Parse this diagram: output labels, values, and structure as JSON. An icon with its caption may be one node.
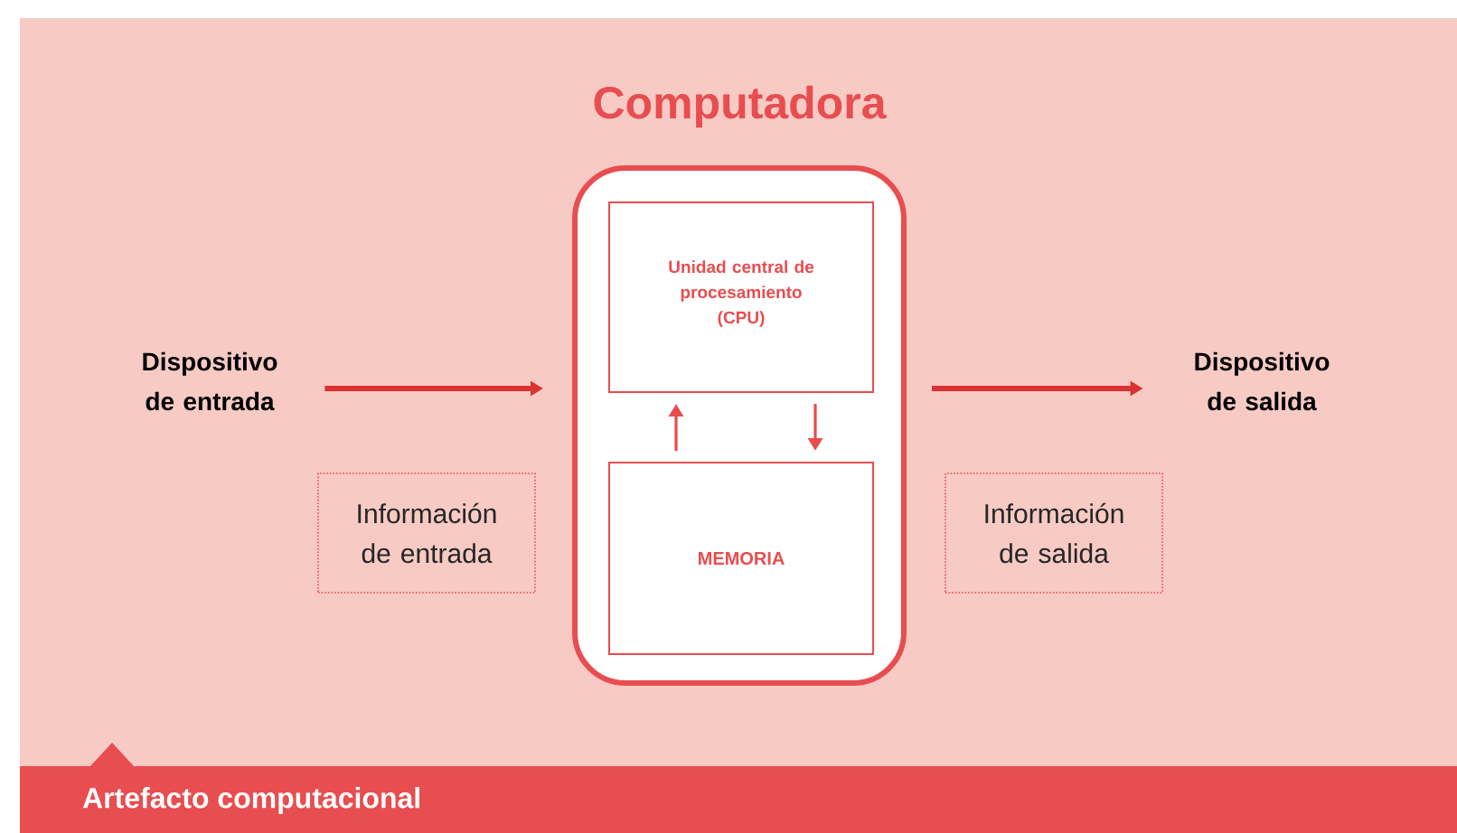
{
  "diagram": {
    "nodes": [
      {
        "text": [
          "Computadora"
        ]
      },
      {
        "text": [
          "Unidad central de procesamiento (CPU)"
        ],
        "in": 0
      },
      {
        "text": [
          "MEMORIA"
        ],
        "in": 0
      },
      {
        "text": [
          "Dispositivo de entrada"
        ]
      },
      {
        "text": [
          "Dispositivo de salida"
        ]
      },
      {
        "text": [
          "Información de entrada"
        ]
      },
      {
        "text": [
          "Información de salida"
        ]
      },
      {
        "text": [
          "Artefacto computacional"
        ]
      }
    ],
    "edges": [
      {
        "from": 3,
        "to": 0,
        "arrow": "to"
      },
      {
        "from": 0,
        "to": 4,
        "arrow": "to"
      },
      {
        "from": 2,
        "to": 1,
        "arrow": "to"
      },
      {
        "from": 1,
        "to": 2,
        "arrow": "to"
      }
    ]
  }
}
